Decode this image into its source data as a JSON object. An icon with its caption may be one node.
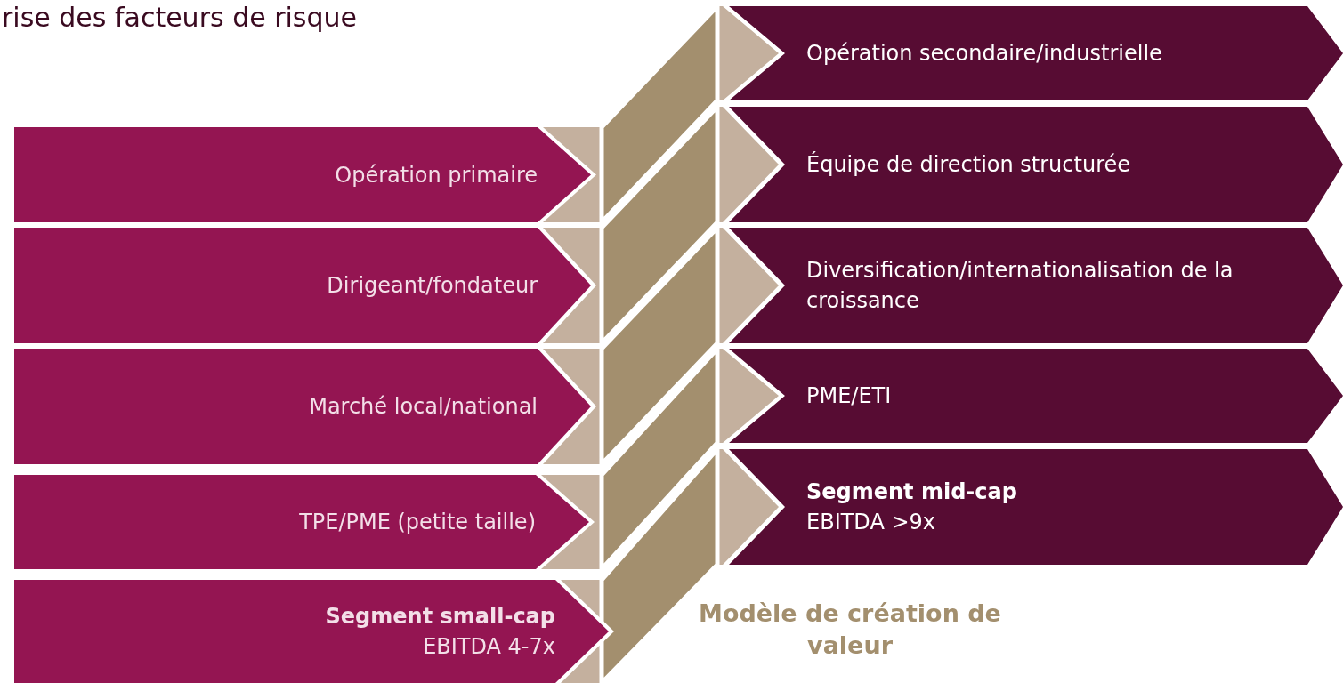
{
  "diagram": {
    "title": "rise des facteurs de risque",
    "nodes": [
      {
        "text": [
          "Opération primaire"
        ]
      },
      {
        "text": [
          "Dirigeant/fondateur"
        ]
      },
      {
        "text": [
          "Marché local/national"
        ]
      },
      {
        "text": [
          "TPE/PME (petite taille)"
        ]
      },
      {
        "text": [
          "Segment small-cap",
          "EBITDA 4-7x"
        ]
      },
      {
        "text": [
          "Opération secondaire/industrielle"
        ]
      },
      {
        "text": [
          "Équipe de direction structurée"
        ]
      },
      {
        "text": [
          "Diversification/internationalisation de la croissance"
        ]
      },
      {
        "text": [
          "PME/ETI"
        ]
      },
      {
        "text": [
          "Segment mid-cap",
          "EBITDA >9x"
        ]
      }
    ],
    "labels": [
      "Modèle de création de valeur"
    ]
  }
}
